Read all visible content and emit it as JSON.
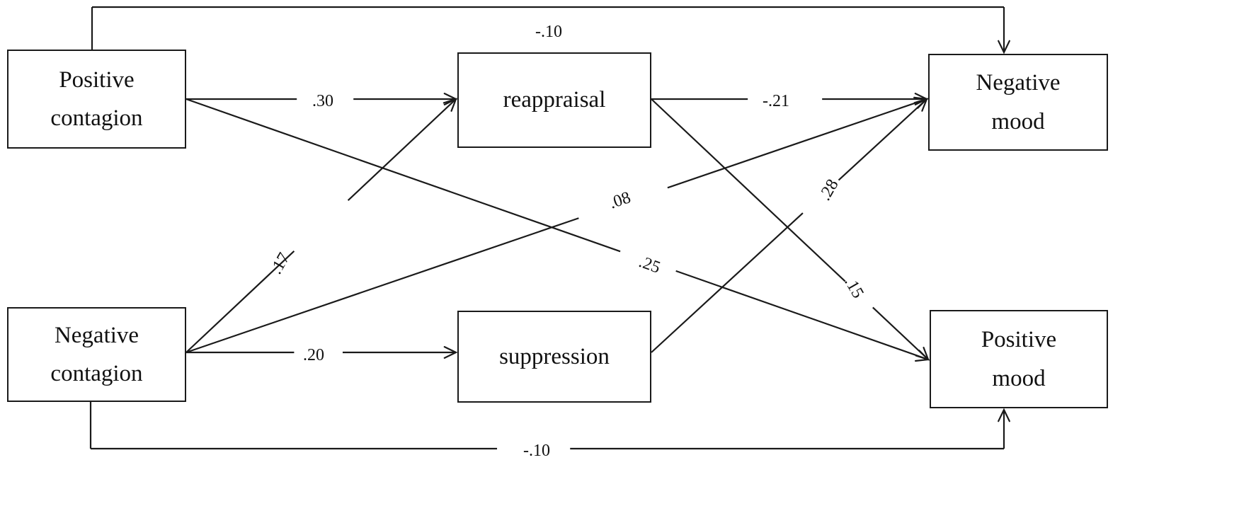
{
  "nodes": {
    "positive_contagion": {
      "lines": [
        "Positive",
        "contagion"
      ]
    },
    "negative_contagion": {
      "lines": [
        "Negative",
        "contagion"
      ]
    },
    "reappraisal": {
      "lines": [
        "reappraisal"
      ]
    },
    "suppression": {
      "lines": [
        "suppression"
      ]
    },
    "negative_mood": {
      "lines": [
        "Negative",
        "mood"
      ]
    },
    "positive_mood": {
      "lines": [
        "Positive",
        "mood"
      ]
    }
  },
  "edges": [
    {
      "from": "positive_contagion",
      "to": "reappraisal",
      "label": ".30"
    },
    {
      "from": "positive_contagion",
      "to": "positive_mood",
      "label": ".25"
    },
    {
      "from": "positive_contagion",
      "to": "negative_mood",
      "label": "-.10"
    },
    {
      "from": "negative_contagion",
      "to": "reappraisal",
      "label": ".17"
    },
    {
      "from": "negative_contagion",
      "to": "negative_mood",
      "label": ".08"
    },
    {
      "from": "negative_contagion",
      "to": "suppression",
      "label": ".20"
    },
    {
      "from": "negative_contagion",
      "to": "positive_mood",
      "label": "-.10"
    },
    {
      "from": "reappraisal",
      "to": "negative_mood",
      "label": "-.21"
    },
    {
      "from": "reappraisal",
      "to": "positive_mood",
      "label": ".15"
    },
    {
      "from": "suppression",
      "to": "negative_mood",
      "label": ".28"
    }
  ]
}
